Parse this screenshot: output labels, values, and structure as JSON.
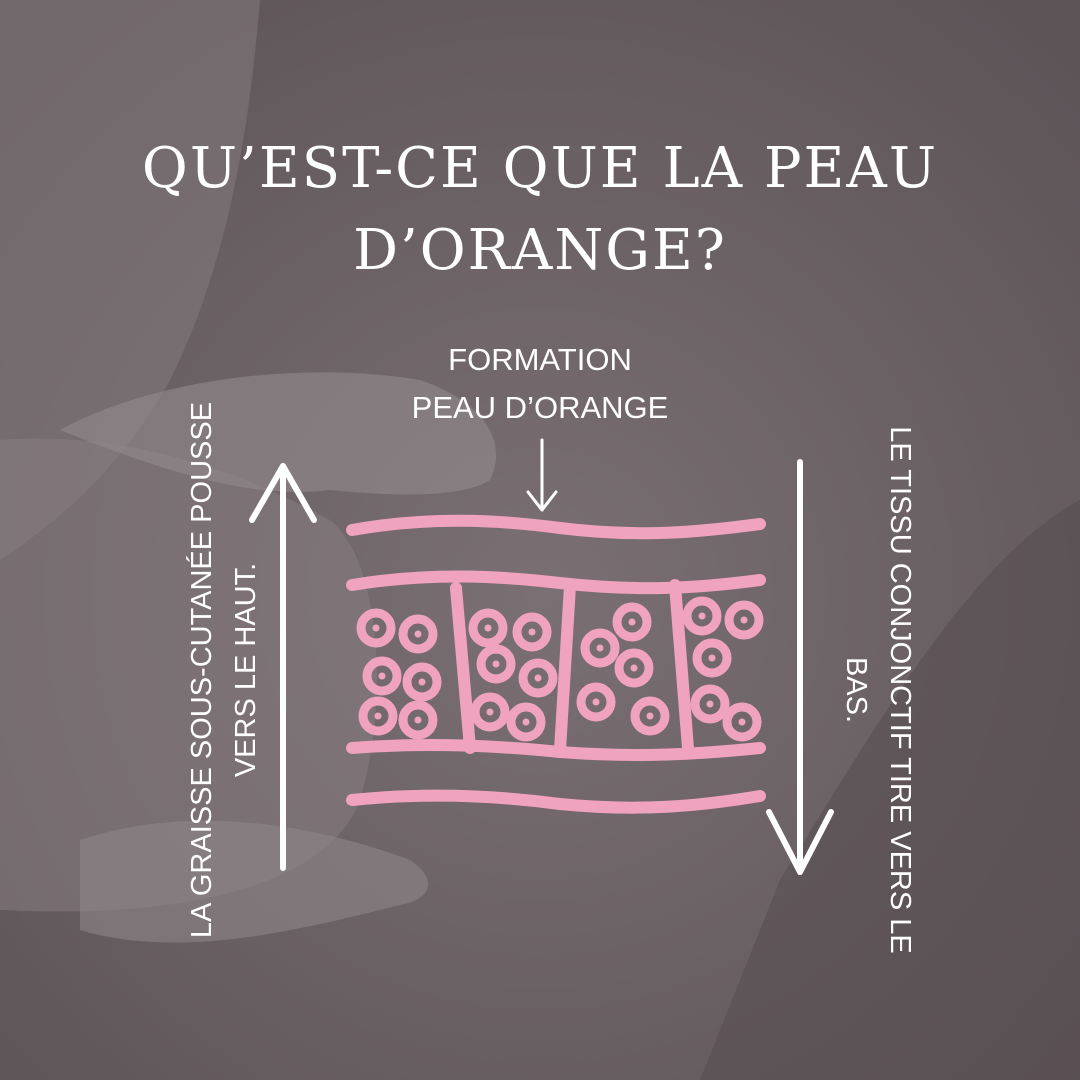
{
  "title": {
    "line1": "QU’EST-CE QUE LA PEAU",
    "line2": "D’ORANGE?"
  },
  "formation_label": {
    "line1": "FORMATION",
    "line2": "PEAU D’ORANGE"
  },
  "left_caption": {
    "line1": "LA GRAISSE SOUS-CUTANÉE POUSSE",
    "line2": "VERS LE HAUT."
  },
  "right_caption": {
    "line1": "LE TISSU CONJONCTIF TIRE VERS LE",
    "line2": "BAS."
  },
  "colors": {
    "background": "#6f6569",
    "diagram_pink": "#f0a3bf",
    "text": "#ffffff"
  },
  "icons": [
    "arrow-up-icon",
    "arrow-down-icon",
    "small-arrow-down-icon",
    "skin-layers-diagram"
  ]
}
